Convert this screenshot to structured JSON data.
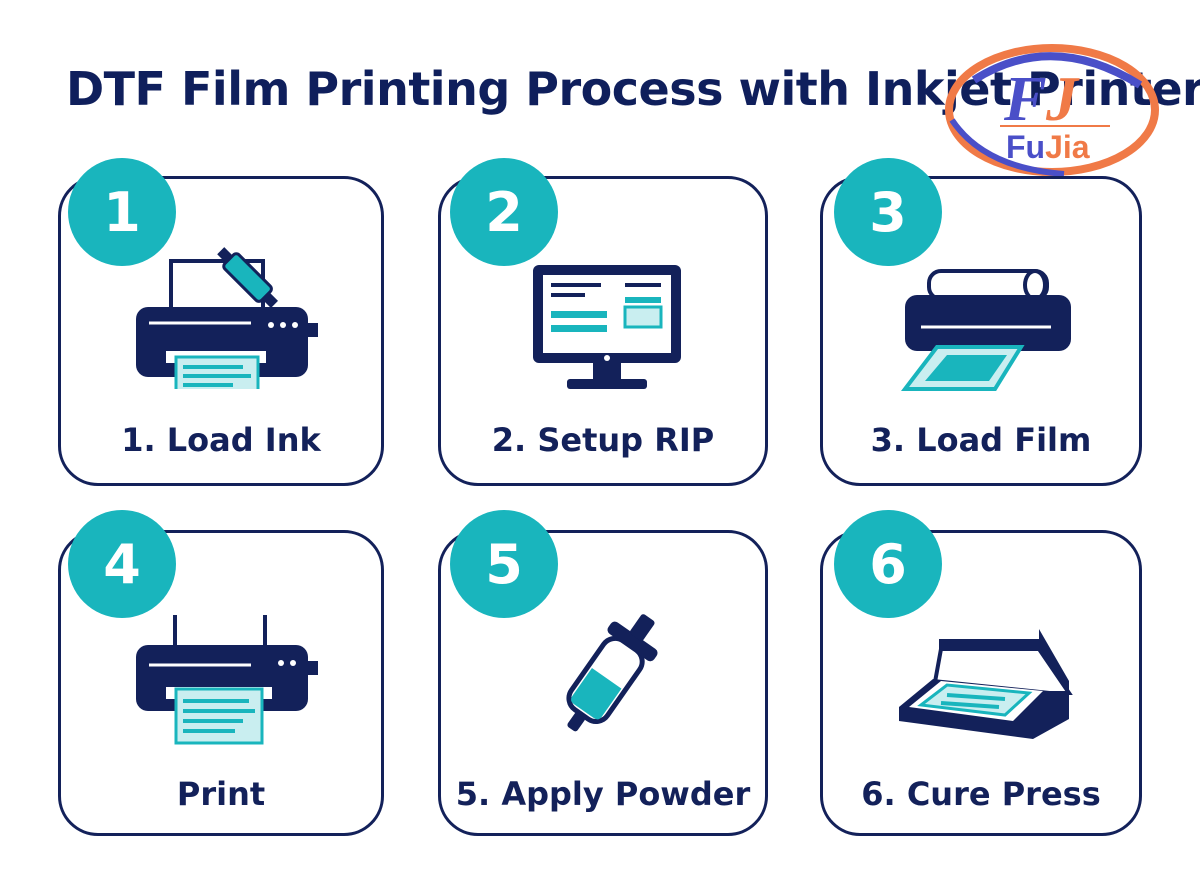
{
  "title": "DTF Film Printing Process with Inkjet Printer",
  "logo": {
    "text": "FuJia",
    "monogram": "FJ"
  },
  "colors": {
    "navy": "#13215a",
    "teal": "#19b5bd",
    "light_teal": "#c9eef0",
    "logo_blue": "#4a4fc8",
    "logo_orange": "#f07a47"
  },
  "steps": [
    {
      "number": "1",
      "label": "1. Load Ink",
      "icon": "printer-ink-cartridge-icon"
    },
    {
      "number": "2",
      "label": "2. Setup RIP",
      "icon": "monitor-rip-software-icon"
    },
    {
      "number": "3",
      "label": "3. Load Film",
      "icon": "printer-film-roll-icon"
    },
    {
      "number": "4",
      "label": "Print",
      "icon": "printer-output-icon"
    },
    {
      "number": "5",
      "label": "5. Apply Powder",
      "icon": "powder-bottle-icon"
    },
    {
      "number": "6",
      "label": "6. Cure Press",
      "icon": "heat-press-icon"
    }
  ]
}
